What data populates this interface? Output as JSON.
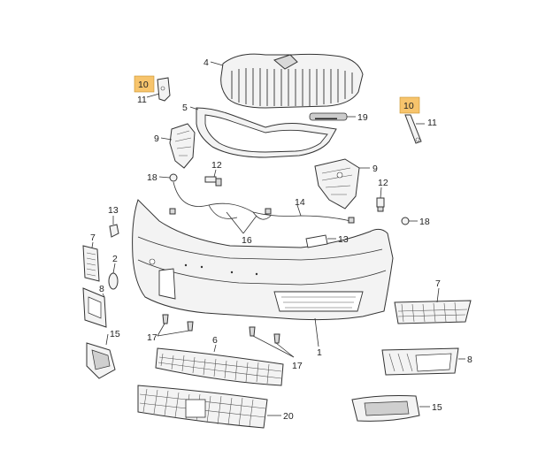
{
  "callouts": {
    "c4": "4",
    "c5": "5",
    "c19": "19",
    "c10a": "10",
    "c11a": "11",
    "c10b": "10",
    "c11b": "11",
    "c9a": "9",
    "c9b": "9",
    "c18a": "18",
    "c12a": "12",
    "c12b": "12",
    "c13a": "13",
    "c13b": "13",
    "c14": "14",
    "c16": "16",
    "c18b": "18",
    "c7a": "7",
    "c2": "2",
    "c8a": "8",
    "c15a": "15",
    "c17a": "17",
    "c6": "6",
    "c17b": "17",
    "c1": "1",
    "c7b": "7",
    "c8b": "8",
    "c20": "20",
    "c15b": "15"
  },
  "colors": {
    "highlight": "#f7c46c",
    "line": "#333333",
    "part_fill": "#f3f3f3"
  }
}
